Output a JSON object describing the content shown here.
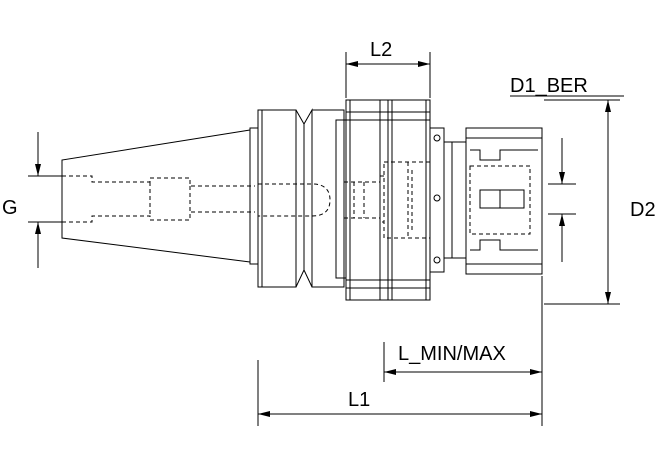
{
  "drawing": {
    "labels": {
      "l2": "L2",
      "d1_ber": "D1_BER",
      "g": "G",
      "d2": "D2",
      "l_min_max": "L_MIN/MAX",
      "l1": "L1"
    },
    "line_color": "#000000",
    "background": "#ffffff"
  }
}
